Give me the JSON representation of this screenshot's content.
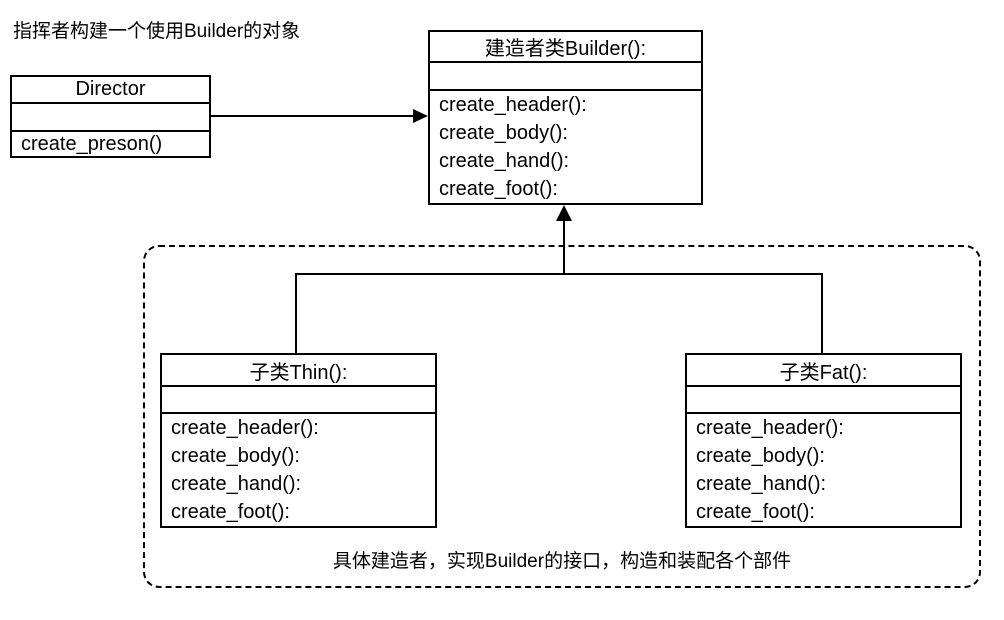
{
  "annotation_top": "指挥者构建一个使用Builder的对象",
  "caption_bottom": "具体建造者，实现Builder的接口，构造和装配各个部件",
  "classes": {
    "director": {
      "title": "Director",
      "attributes": "",
      "methods": [
        "create_preson()"
      ]
    },
    "builder": {
      "title": "建造者类Builder():",
      "attributes": "",
      "methods": [
        "create_header():",
        "create_body():",
        "create_hand():",
        "create_foot():"
      ]
    },
    "thin": {
      "title": "子类Thin():",
      "attributes": "",
      "methods": [
        "create_header():",
        "create_body():",
        "create_hand():",
        "create_foot():"
      ]
    },
    "fat": {
      "title": "子类Fat():",
      "attributes": "",
      "methods": [
        "create_header():",
        "create_body():",
        "create_hand():",
        "create_foot():"
      ]
    }
  },
  "relations": {
    "director_to_builder": "association arrow: Director -> 建造者类Builder()",
    "subclasses_to_builder": "inheritance arrow: 子类Thin()/子类Fat() -> 建造者类Builder()"
  },
  "colors": {
    "line": "#000000",
    "background": "#ffffff",
    "text": "#000000"
  }
}
